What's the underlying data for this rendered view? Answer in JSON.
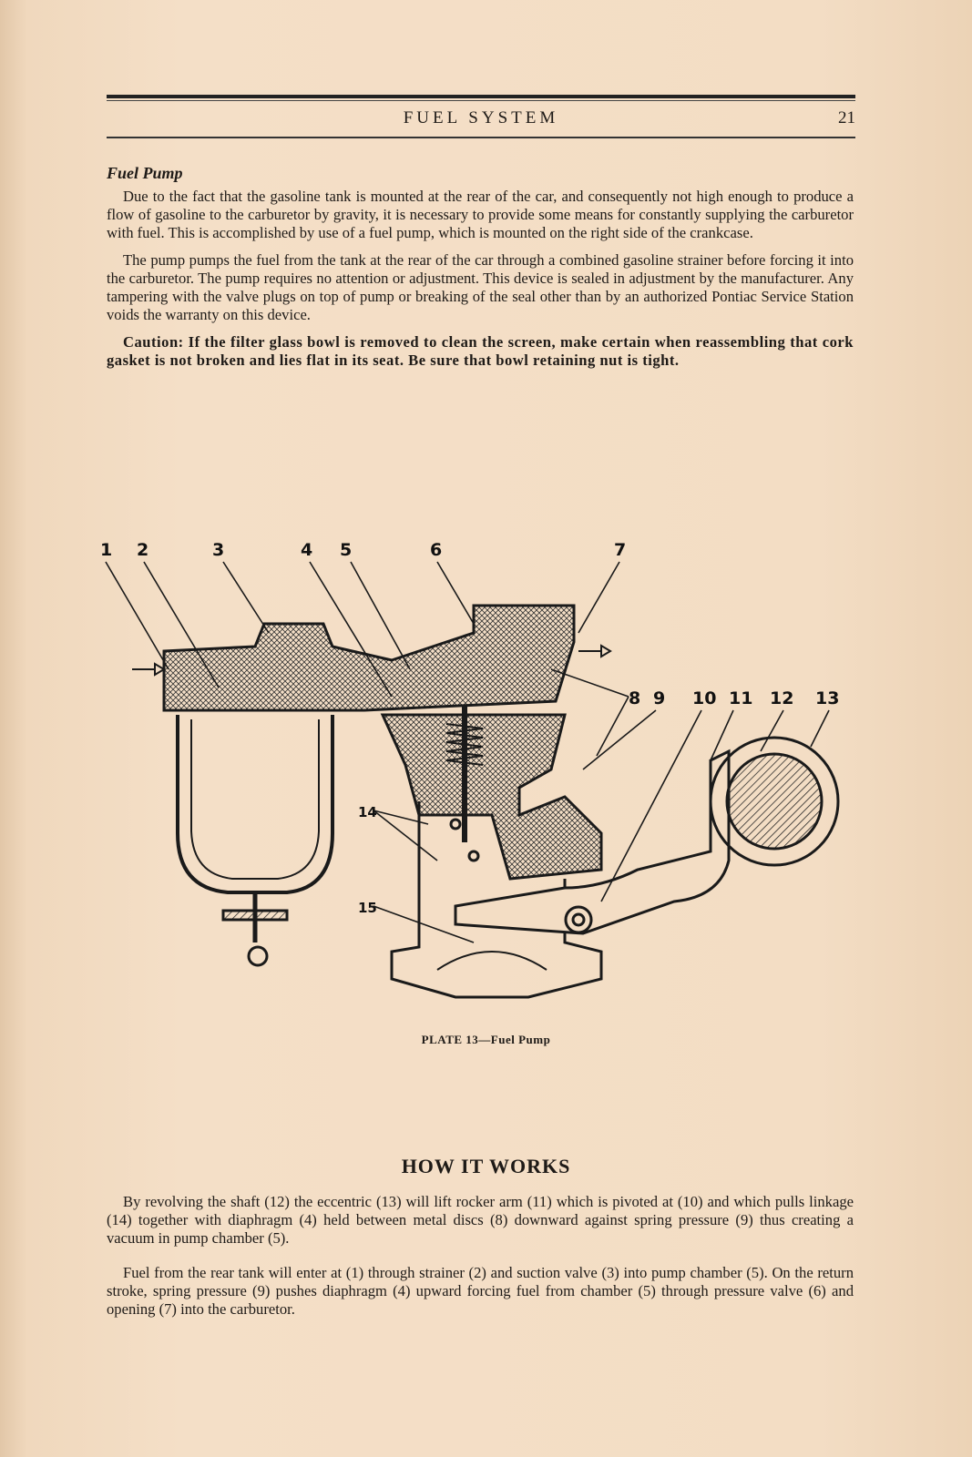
{
  "header": {
    "running_title": "FUEL SYSTEM",
    "page_number": "21"
  },
  "section": {
    "title": "Fuel Pump",
    "paragraphs": [
      "Due to the fact that the gasoline tank is mounted at the rear of the car, and consequently not high enough to produce a flow of gasoline to the carburetor by gravity, it is necessary to provide some means for constantly supplying the carburetor with fuel. This is accomplished by use of a fuel pump, which is mounted on the right side of the crankcase.",
      "The pump pumps the fuel from the tank at the rear of the car through a combined gasoline strainer before forcing it into the carburetor. The pump requires no attention or adjustment. This device is sealed in adjustment by the manufacturer. Any tampering with the valve plugs on top of pump or breaking of the seal other than by an authorized Pontiac Service Station voids the warranty on this device."
    ],
    "caution": "Caution: If the filter glass bowl is removed to clean the screen, make certain when reassembling that cork gasket is not broken and lies flat in its seat. Be sure that bowl retaining nut is tight."
  },
  "figure": {
    "labels": [
      "1",
      "2",
      "3",
      "4",
      "5",
      "6",
      "7",
      "8",
      "9",
      "10",
      "11",
      "12",
      "13",
      "14",
      "15"
    ],
    "caption": "PLATE 13—Fuel Pump"
  },
  "how_it_works": {
    "title": "HOW IT WORKS",
    "paragraphs": [
      "By revolving the shaft (12) the eccentric (13) will lift rocker arm (11) which is pivoted at (10) and which pulls linkage (14) together with diaphragm (4) held between metal discs (8) downward against spring pressure (9) thus creating a vacuum in pump chamber (5).",
      "Fuel from the rear tank will enter at (1) through strainer (2) and suction valve (3) into pump chamber (5). On the return stroke, spring pressure (9) pushes diaphragm (4) upward forcing fuel from chamber (5) through pressure valve (6) and opening (7) into the carburetor."
    ]
  }
}
